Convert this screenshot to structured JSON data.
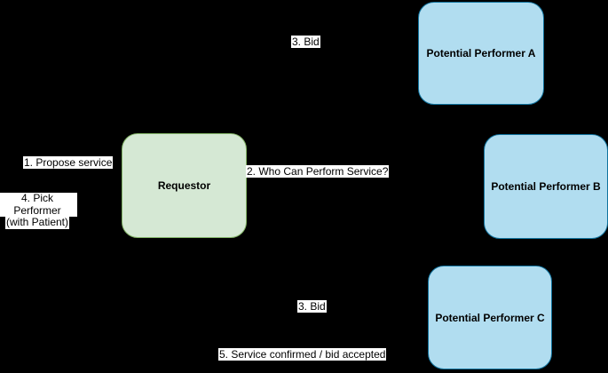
{
  "diagram": {
    "title": "Service bidding flow diagram",
    "background_color": "#000000",
    "label_background_color": "#ffffff",
    "label_text_color": "#000000",
    "nodes": [
      {
        "id": "requestor",
        "label": "Requestor",
        "fill": "#d5e8d4",
        "stroke": "#82b366"
      },
      {
        "id": "performer-a",
        "label": "Potential Performer A",
        "fill": "#b1ddf0",
        "stroke": "#10739e"
      },
      {
        "id": "performer-b",
        "label": "Potential Performer B",
        "fill": "#b1ddf0",
        "stroke": "#10739e"
      },
      {
        "id": "performer-c",
        "label": "Potential Performer C",
        "fill": "#b1ddf0",
        "stroke": "#10739e"
      }
    ],
    "messages": [
      {
        "id": "propose-service",
        "label": "1. Propose service"
      },
      {
        "id": "who-can-perform",
        "label": "2. Who Can Perform Service?"
      },
      {
        "id": "bid-top",
        "label": "3. Bid"
      },
      {
        "id": "pick-performer",
        "lines": [
          "4. Pick Performer",
          "(with Patient)"
        ]
      },
      {
        "id": "bid-bottom",
        "label": "3. Bid"
      },
      {
        "id": "service-confirmed",
        "label": "5. Service confirmed / bid accepted"
      }
    ]
  }
}
